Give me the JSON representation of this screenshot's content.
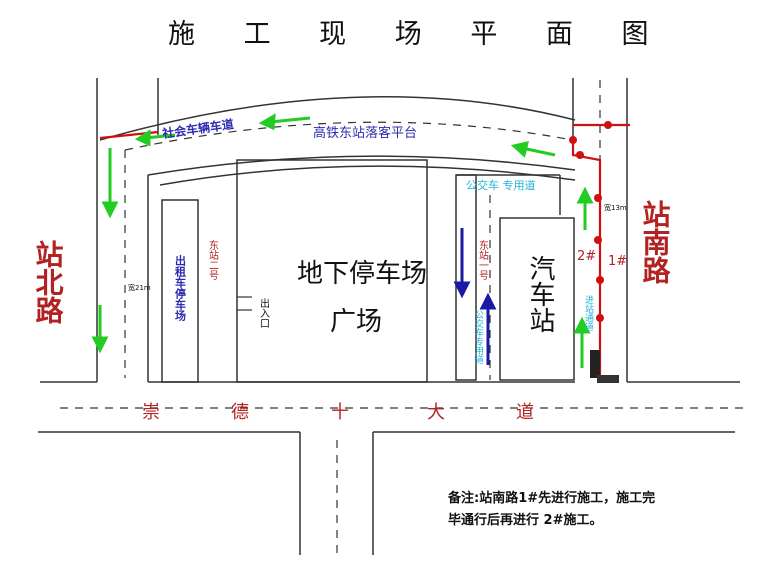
{
  "title": "施 工 现 场 平 面 图",
  "roads": {
    "north": "站北路",
    "south": "站南路",
    "main": [
      "崇",
      "德",
      "十",
      "大",
      "道"
    ]
  },
  "areas": {
    "parking_line1": "地下停车场",
    "parking_line2": "广场",
    "bus_station": "汽车站",
    "platform": "高铁东站落客平台",
    "social_lane": "社会车辆车道",
    "bus_lane": "公交车 专用道",
    "taxi": "出租车停车场",
    "exit": "出入口",
    "entrance_left": "东站二号",
    "entrance_right": "东站一号",
    "bus_lane_vertical": "公交车专用道",
    "south_vertical": "进站通道",
    "width_left": "宽21m",
    "width_right": "宽13m"
  },
  "markers": {
    "one": "1#",
    "two": "2#"
  },
  "note": {
    "line1": "备注:站南路1#先进行施工，施工完",
    "line2": "毕通行后再进行 2#施工。"
  }
}
